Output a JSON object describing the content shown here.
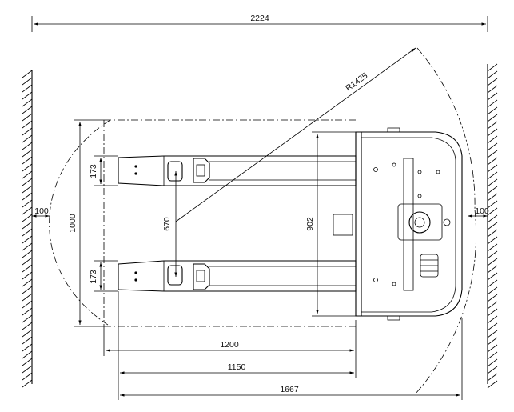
{
  "dimensions": {
    "total_width": "2224",
    "turning_radius": "R1425",
    "clearance_left": "100",
    "clearance_right": "100",
    "fork_width": "173",
    "fork_width_lower": "173",
    "fork_spread": "670",
    "pallet_width": "1000",
    "body_width": "902",
    "pallet_length": "1200",
    "fork_length": "1150",
    "overall_length": "1667"
  }
}
